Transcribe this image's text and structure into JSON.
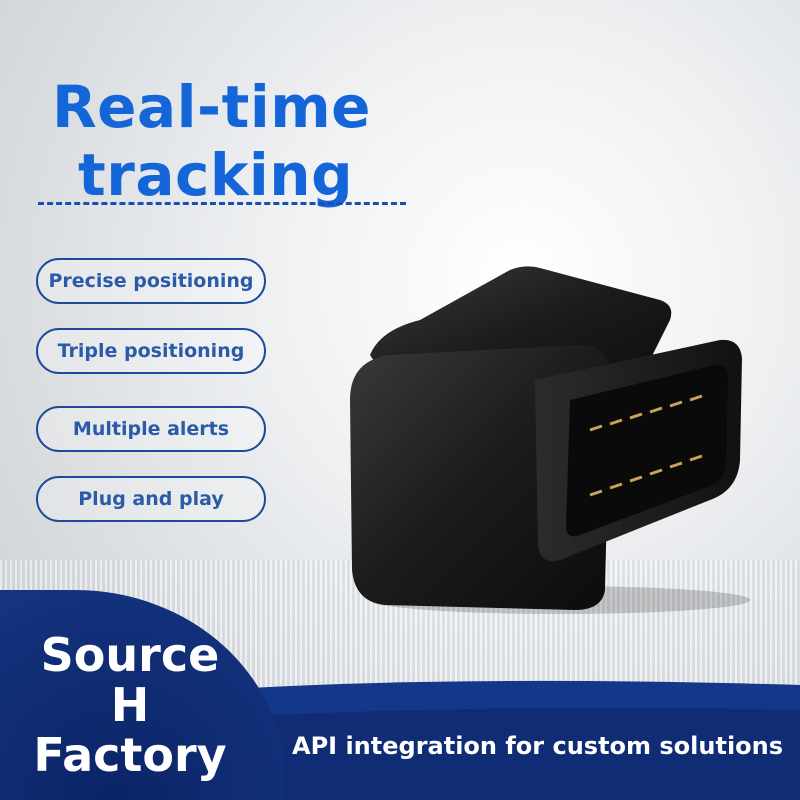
{
  "headline": {
    "line1": "Real-time",
    "line2": "tracking"
  },
  "features": [
    {
      "label": "Precise positioning"
    },
    {
      "label": "Triple positioning"
    },
    {
      "label": "Multiple alerts"
    },
    {
      "label": "Plug and play"
    }
  ],
  "badge": {
    "line1": "Source",
    "line2": "H",
    "line3": "Factory"
  },
  "tagline": "API integration for custom solutions",
  "colors": {
    "accent": "#1466d8",
    "pill_border": "#1d4a9c",
    "band": "#0e2c73"
  }
}
